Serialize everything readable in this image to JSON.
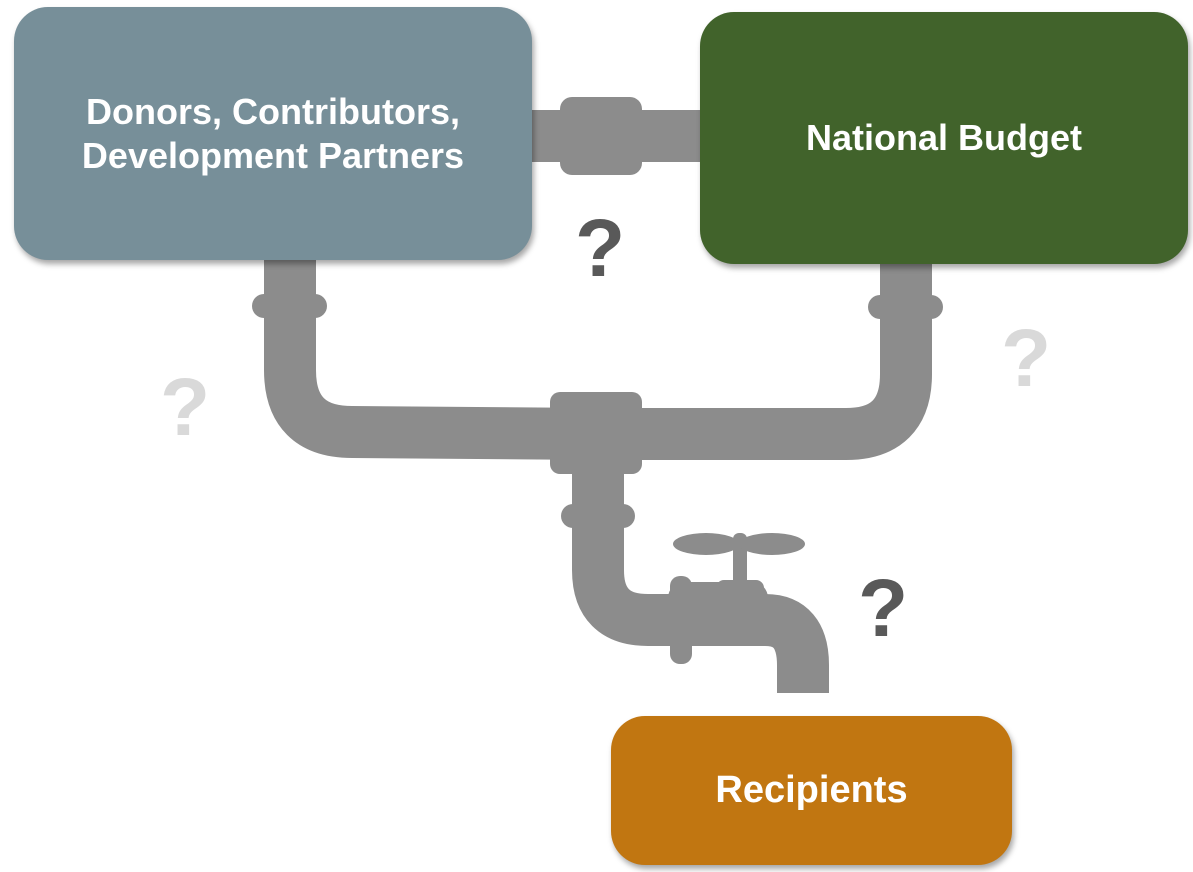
{
  "colors": {
    "pipe": "#8c8c8c",
    "donors_box": "#778f99",
    "budget_box": "#41632b",
    "recipients_box": "#c17611",
    "question_dark": "#595959",
    "question_light": "#d9d9d9"
  },
  "nodes": {
    "donors": {
      "line1": "Donors, Contributors,",
      "line2": "Development Partners"
    },
    "budget": {
      "label": "National Budget"
    },
    "recipients": {
      "label": "Recipients"
    }
  },
  "question_marks": [
    {
      "text": "?",
      "tone": "dark"
    },
    {
      "text": "?",
      "tone": "light"
    },
    {
      "text": "?",
      "tone": "light"
    },
    {
      "text": "?",
      "tone": "dark"
    }
  ],
  "icons": {
    "pipe": "pipe-network-icon",
    "tap": "faucet-icon"
  }
}
